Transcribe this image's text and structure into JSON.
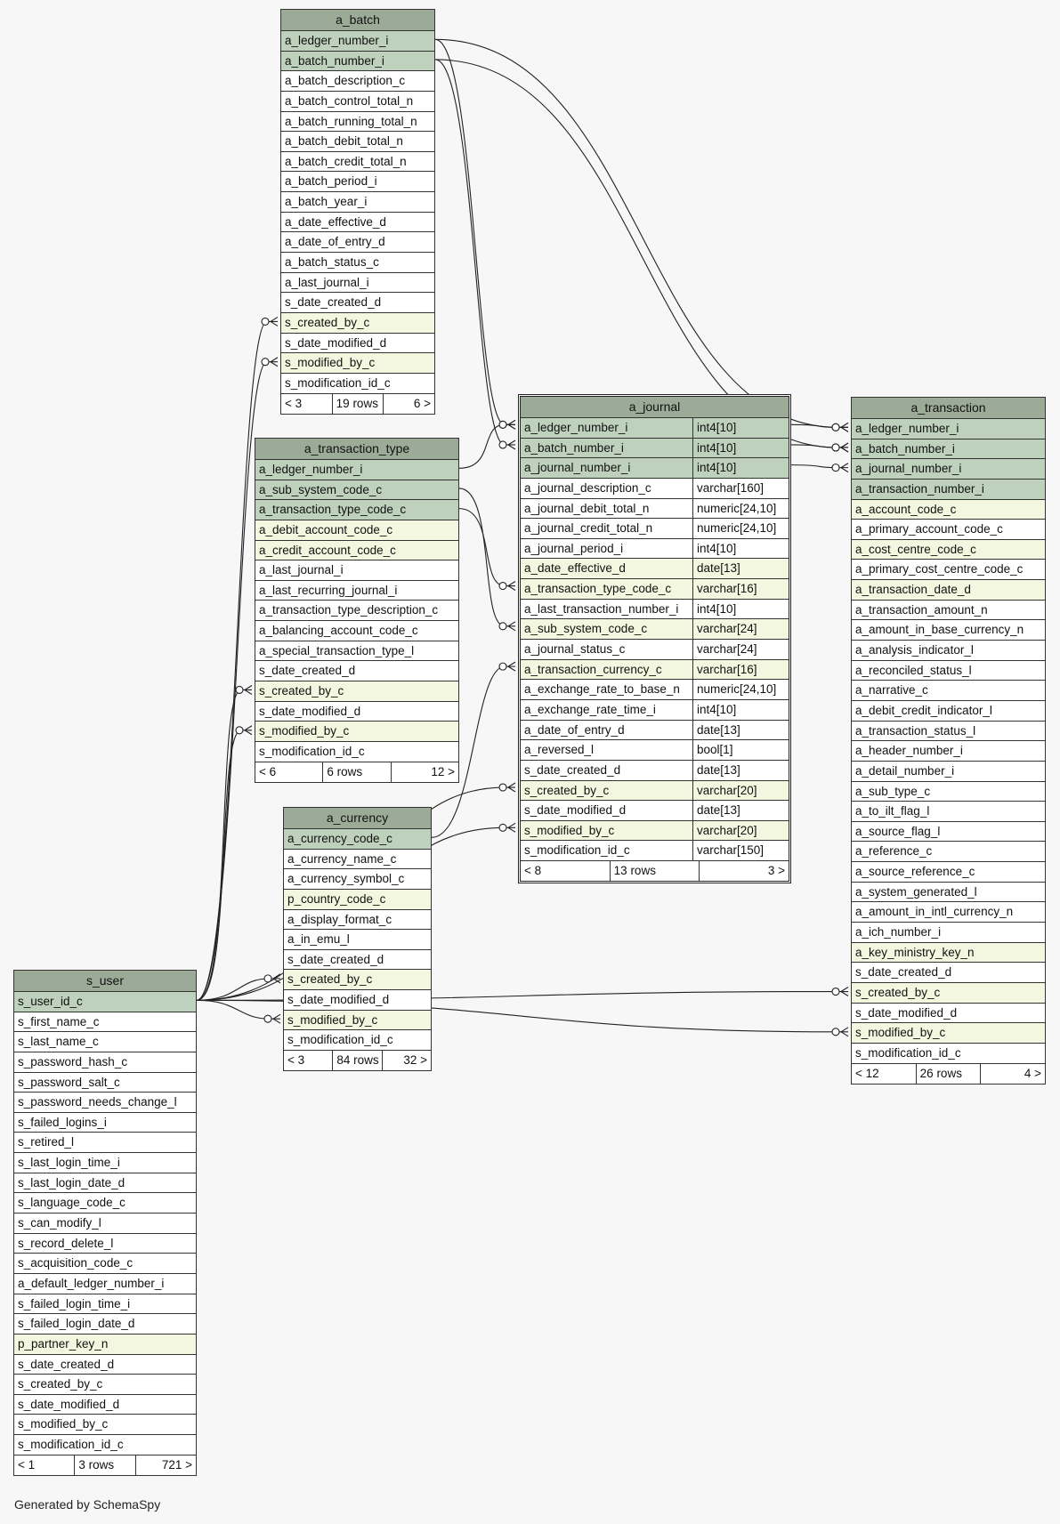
{
  "footer_text": "Generated by SchemaSpy",
  "tables": [
    {
      "key": "a_batch",
      "name": "a_batch",
      "has_types": false,
      "columns": [
        {
          "name": "a_ledger_number_i",
          "kind": "pk"
        },
        {
          "name": "a_batch_number_i",
          "kind": "pk"
        },
        {
          "name": "a_batch_description_c",
          "kind": ""
        },
        {
          "name": "a_batch_control_total_n",
          "kind": ""
        },
        {
          "name": "a_batch_running_total_n",
          "kind": ""
        },
        {
          "name": "a_batch_debit_total_n",
          "kind": ""
        },
        {
          "name": "a_batch_credit_total_n",
          "kind": ""
        },
        {
          "name": "a_batch_period_i",
          "kind": ""
        },
        {
          "name": "a_batch_year_i",
          "kind": ""
        },
        {
          "name": "a_date_effective_d",
          "kind": ""
        },
        {
          "name": "a_date_of_entry_d",
          "kind": ""
        },
        {
          "name": "a_batch_status_c",
          "kind": ""
        },
        {
          "name": "a_last_journal_i",
          "kind": ""
        },
        {
          "name": "s_date_created_d",
          "kind": ""
        },
        {
          "name": "s_created_by_c",
          "kind": "fk"
        },
        {
          "name": "s_date_modified_d",
          "kind": ""
        },
        {
          "name": "s_modified_by_c",
          "kind": "fk"
        },
        {
          "name": "s_modification_id_c",
          "kind": ""
        }
      ],
      "footer": [
        "< 3",
        "19 rows",
        "6 >"
      ]
    },
    {
      "key": "a_transaction_type",
      "name": "a_transaction_type",
      "has_types": false,
      "columns": [
        {
          "name": "a_ledger_number_i",
          "kind": "pk"
        },
        {
          "name": "a_sub_system_code_c",
          "kind": "pk"
        },
        {
          "name": "a_transaction_type_code_c",
          "kind": "pk"
        },
        {
          "name": "a_debit_account_code_c",
          "kind": "fk"
        },
        {
          "name": "a_credit_account_code_c",
          "kind": "fk"
        },
        {
          "name": "a_last_journal_i",
          "kind": ""
        },
        {
          "name": "a_last_recurring_journal_i",
          "kind": ""
        },
        {
          "name": "a_transaction_type_description_c",
          "kind": ""
        },
        {
          "name": "a_balancing_account_code_c",
          "kind": ""
        },
        {
          "name": "a_special_transaction_type_l",
          "kind": ""
        },
        {
          "name": "s_date_created_d",
          "kind": ""
        },
        {
          "name": "s_created_by_c",
          "kind": "fk"
        },
        {
          "name": "s_date_modified_d",
          "kind": ""
        },
        {
          "name": "s_modified_by_c",
          "kind": "fk"
        },
        {
          "name": "s_modification_id_c",
          "kind": ""
        }
      ],
      "footer": [
        "< 6",
        "6 rows",
        "12 >"
      ]
    },
    {
      "key": "a_currency",
      "name": "a_currency",
      "has_types": false,
      "columns": [
        {
          "name": "a_currency_code_c",
          "kind": "pk"
        },
        {
          "name": "a_currency_name_c",
          "kind": ""
        },
        {
          "name": "a_currency_symbol_c",
          "kind": ""
        },
        {
          "name": "p_country_code_c",
          "kind": "fk"
        },
        {
          "name": "a_display_format_c",
          "kind": ""
        },
        {
          "name": "a_in_emu_l",
          "kind": ""
        },
        {
          "name": "s_date_created_d",
          "kind": ""
        },
        {
          "name": "s_created_by_c",
          "kind": "fk"
        },
        {
          "name": "s_date_modified_d",
          "kind": ""
        },
        {
          "name": "s_modified_by_c",
          "kind": "fk"
        },
        {
          "name": "s_modification_id_c",
          "kind": ""
        }
      ],
      "footer": [
        "< 3",
        "84 rows",
        "32 >"
      ]
    },
    {
      "key": "s_user",
      "name": "s_user",
      "has_types": false,
      "columns": [
        {
          "name": "s_user_id_c",
          "kind": "pk"
        },
        {
          "name": "s_first_name_c",
          "kind": ""
        },
        {
          "name": "s_last_name_c",
          "kind": ""
        },
        {
          "name": "s_password_hash_c",
          "kind": ""
        },
        {
          "name": "s_password_salt_c",
          "kind": ""
        },
        {
          "name": "s_password_needs_change_l",
          "kind": ""
        },
        {
          "name": "s_failed_logins_i",
          "kind": ""
        },
        {
          "name": "s_retired_l",
          "kind": ""
        },
        {
          "name": "s_last_login_time_i",
          "kind": ""
        },
        {
          "name": "s_last_login_date_d",
          "kind": ""
        },
        {
          "name": "s_language_code_c",
          "kind": ""
        },
        {
          "name": "s_can_modify_l",
          "kind": ""
        },
        {
          "name": "s_record_delete_l",
          "kind": ""
        },
        {
          "name": "s_acquisition_code_c",
          "kind": ""
        },
        {
          "name": "a_default_ledger_number_i",
          "kind": ""
        },
        {
          "name": "s_failed_login_time_i",
          "kind": ""
        },
        {
          "name": "s_failed_login_date_d",
          "kind": ""
        },
        {
          "name": "p_partner_key_n",
          "kind": "fk"
        },
        {
          "name": "s_date_created_d",
          "kind": ""
        },
        {
          "name": "s_created_by_c",
          "kind": ""
        },
        {
          "name": "s_date_modified_d",
          "kind": ""
        },
        {
          "name": "s_modified_by_c",
          "kind": ""
        },
        {
          "name": "s_modification_id_c",
          "kind": ""
        }
      ],
      "footer": [
        "< 1",
        "3 rows",
        "721 >"
      ]
    },
    {
      "key": "a_journal",
      "name": "a_journal",
      "has_types": true,
      "columns": [
        {
          "name": "a_ledger_number_i",
          "type": "int4[10]",
          "kind": "pk"
        },
        {
          "name": "a_batch_number_i",
          "type": "int4[10]",
          "kind": "pk"
        },
        {
          "name": "a_journal_number_i",
          "type": "int4[10]",
          "kind": "pk"
        },
        {
          "name": "a_journal_description_c",
          "type": "varchar[160]",
          "kind": ""
        },
        {
          "name": "a_journal_debit_total_n",
          "type": "numeric[24,10]",
          "kind": ""
        },
        {
          "name": "a_journal_credit_total_n",
          "type": "numeric[24,10]",
          "kind": ""
        },
        {
          "name": "a_journal_period_i",
          "type": "int4[10]",
          "kind": ""
        },
        {
          "name": "a_date_effective_d",
          "type": "date[13]",
          "kind": "fk"
        },
        {
          "name": "a_transaction_type_code_c",
          "type": "varchar[16]",
          "kind": "fk"
        },
        {
          "name": "a_last_transaction_number_i",
          "type": "int4[10]",
          "kind": ""
        },
        {
          "name": "a_sub_system_code_c",
          "type": "varchar[24]",
          "kind": "fk"
        },
        {
          "name": "a_journal_status_c",
          "type": "varchar[24]",
          "kind": ""
        },
        {
          "name": "a_transaction_currency_c",
          "type": "varchar[16]",
          "kind": "fk"
        },
        {
          "name": "a_exchange_rate_to_base_n",
          "type": "numeric[24,10]",
          "kind": ""
        },
        {
          "name": "a_exchange_rate_time_i",
          "type": "int4[10]",
          "kind": ""
        },
        {
          "name": "a_date_of_entry_d",
          "type": "date[13]",
          "kind": ""
        },
        {
          "name": "a_reversed_l",
          "type": "bool[1]",
          "kind": ""
        },
        {
          "name": "s_date_created_d",
          "type": "date[13]",
          "kind": ""
        },
        {
          "name": "s_created_by_c",
          "type": "varchar[20]",
          "kind": "fk"
        },
        {
          "name": "s_date_modified_d",
          "type": "date[13]",
          "kind": ""
        },
        {
          "name": "s_modified_by_c",
          "type": "varchar[20]",
          "kind": "fk"
        },
        {
          "name": "s_modification_id_c",
          "type": "varchar[150]",
          "kind": ""
        }
      ],
      "footer": [
        "< 8",
        "13 rows",
        "3 >"
      ]
    },
    {
      "key": "a_transaction",
      "name": "a_transaction",
      "has_types": false,
      "columns": [
        {
          "name": "a_ledger_number_i",
          "kind": "pk"
        },
        {
          "name": "a_batch_number_i",
          "kind": "pk"
        },
        {
          "name": "a_journal_number_i",
          "kind": "pk"
        },
        {
          "name": "a_transaction_number_i",
          "kind": "pk"
        },
        {
          "name": "a_account_code_c",
          "kind": "fk"
        },
        {
          "name": "a_primary_account_code_c",
          "kind": ""
        },
        {
          "name": "a_cost_centre_code_c",
          "kind": "fk"
        },
        {
          "name": "a_primary_cost_centre_code_c",
          "kind": ""
        },
        {
          "name": "a_transaction_date_d",
          "kind": "fk"
        },
        {
          "name": "a_transaction_amount_n",
          "kind": ""
        },
        {
          "name": "a_amount_in_base_currency_n",
          "kind": ""
        },
        {
          "name": "a_analysis_indicator_l",
          "kind": ""
        },
        {
          "name": "a_reconciled_status_l",
          "kind": ""
        },
        {
          "name": "a_narrative_c",
          "kind": ""
        },
        {
          "name": "a_debit_credit_indicator_l",
          "kind": ""
        },
        {
          "name": "a_transaction_status_l",
          "kind": ""
        },
        {
          "name": "a_header_number_i",
          "kind": ""
        },
        {
          "name": "a_detail_number_i",
          "kind": ""
        },
        {
          "name": "a_sub_type_c",
          "kind": ""
        },
        {
          "name": "a_to_ilt_flag_l",
          "kind": ""
        },
        {
          "name": "a_source_flag_l",
          "kind": ""
        },
        {
          "name": "a_reference_c",
          "kind": ""
        },
        {
          "name": "a_source_reference_c",
          "kind": ""
        },
        {
          "name": "a_system_generated_l",
          "kind": ""
        },
        {
          "name": "a_amount_in_intl_currency_n",
          "kind": ""
        },
        {
          "name": "a_ich_number_i",
          "kind": ""
        },
        {
          "name": "a_key_ministry_key_n",
          "kind": "fk"
        },
        {
          "name": "s_date_created_d",
          "kind": ""
        },
        {
          "name": "s_created_by_c",
          "kind": "fk"
        },
        {
          "name": "s_date_modified_d",
          "kind": ""
        },
        {
          "name": "s_modified_by_c",
          "kind": "fk"
        },
        {
          "name": "s_modification_id_c",
          "kind": ""
        }
      ],
      "footer": [
        "< 12",
        "26 rows",
        "4 >"
      ]
    }
  ],
  "relationships": [
    {
      "from": "a_batch.a_ledger_number_i",
      "to": "a_journal.a_ledger_number_i"
    },
    {
      "from": "a_batch.a_batch_number_i",
      "to": "a_journal.a_batch_number_i"
    },
    {
      "from": "a_batch.a_ledger_number_i",
      "to": "a_transaction.a_ledger_number_i"
    },
    {
      "from": "a_batch.a_batch_number_i",
      "to": "a_transaction.a_batch_number_i"
    },
    {
      "from": "a_transaction_type.a_ledger_number_i",
      "to": "a_journal.a_ledger_number_i"
    },
    {
      "from": "a_transaction_type.a_sub_system_code_c",
      "to": "a_journal.a_sub_system_code_c"
    },
    {
      "from": "a_transaction_type.a_transaction_type_code_c",
      "to": "a_journal.a_transaction_type_code_c"
    },
    {
      "from": "a_currency.a_currency_code_c",
      "to": "a_journal.a_transaction_currency_c"
    },
    {
      "from": "a_journal.a_ledger_number_i",
      "to": "a_transaction.a_ledger_number_i"
    },
    {
      "from": "a_journal.a_batch_number_i",
      "to": "a_transaction.a_batch_number_i"
    },
    {
      "from": "a_journal.a_journal_number_i",
      "to": "a_transaction.a_journal_number_i"
    },
    {
      "from": "s_user.s_user_id_c",
      "to": "a_batch.s_created_by_c"
    },
    {
      "from": "s_user.s_user_id_c",
      "to": "a_batch.s_modified_by_c"
    },
    {
      "from": "s_user.s_user_id_c",
      "to": "a_transaction_type.s_created_by_c"
    },
    {
      "from": "s_user.s_user_id_c",
      "to": "a_transaction_type.s_modified_by_c"
    },
    {
      "from": "s_user.s_user_id_c",
      "to": "a_currency.s_created_by_c"
    },
    {
      "from": "s_user.s_user_id_c",
      "to": "a_currency.s_modified_by_c"
    },
    {
      "from": "s_user.s_user_id_c",
      "to": "a_journal.s_created_by_c"
    },
    {
      "from": "s_user.s_user_id_c",
      "to": "a_journal.s_modified_by_c"
    },
    {
      "from": "s_user.s_user_id_c",
      "to": "a_transaction.s_created_by_c"
    },
    {
      "from": "s_user.s_user_id_c",
      "to": "a_transaction.s_modified_by_c"
    }
  ]
}
